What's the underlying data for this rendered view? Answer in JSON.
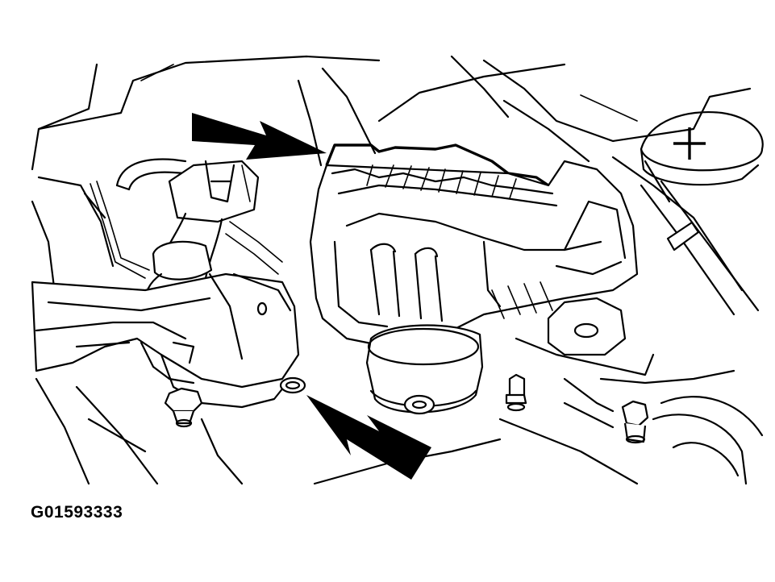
{
  "figure": {
    "id_label": "G01593333"
  },
  "components": [
    "alternator",
    "mounting-bracket",
    "electrical-connector",
    "hose",
    "nut",
    "bolt",
    "washer",
    "radiator-cap",
    "engine-block",
    "engine-mount"
  ],
  "callouts": [
    "arrow-upper-alternator",
    "arrow-lower-washer"
  ],
  "colors": {
    "ink": "#000000",
    "paper": "#ffffff"
  }
}
